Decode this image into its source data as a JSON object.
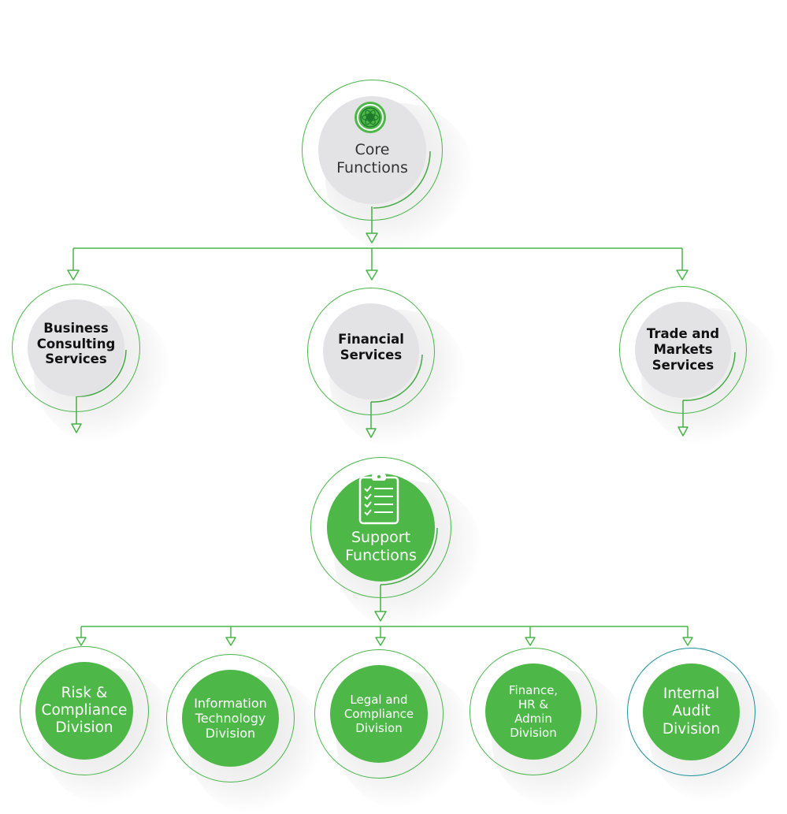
{
  "colors": {
    "green": "#4db848",
    "line": "#48b649",
    "grey_disk": "#e3e3e5",
    "teal_ring": "#1a8f96"
  },
  "core": {
    "icon": "emblem-icon",
    "label_line1": "Core",
    "label_line2": "Functions"
  },
  "core_children": [
    {
      "line1": "Business",
      "line2": "Consulting",
      "line3": "Services"
    },
    {
      "line1": "Financial",
      "line2": "Services",
      "line3": ""
    },
    {
      "line1": "Trade and",
      "line2": "Markets",
      "line3": "Services"
    }
  ],
  "support": {
    "icon": "clipboard-checklist-icon",
    "label_line1": "Support",
    "label_line2": "Functions"
  },
  "support_children": [
    {
      "line1": "Risk &",
      "line2": "Compliance",
      "line3": "Division",
      "line4": ""
    },
    {
      "line1": "Information",
      "line2": "Technology",
      "line3": "Division",
      "line4": ""
    },
    {
      "line1": "Legal and",
      "line2": "Compliance",
      "line3": "Division",
      "line4": ""
    },
    {
      "line1": "Finance,",
      "line2": "HR &",
      "line3": "Admin",
      "line4": "Division"
    },
    {
      "line1": "Internal",
      "line2": "Audit",
      "line3": "Division",
      "line4": ""
    }
  ]
}
